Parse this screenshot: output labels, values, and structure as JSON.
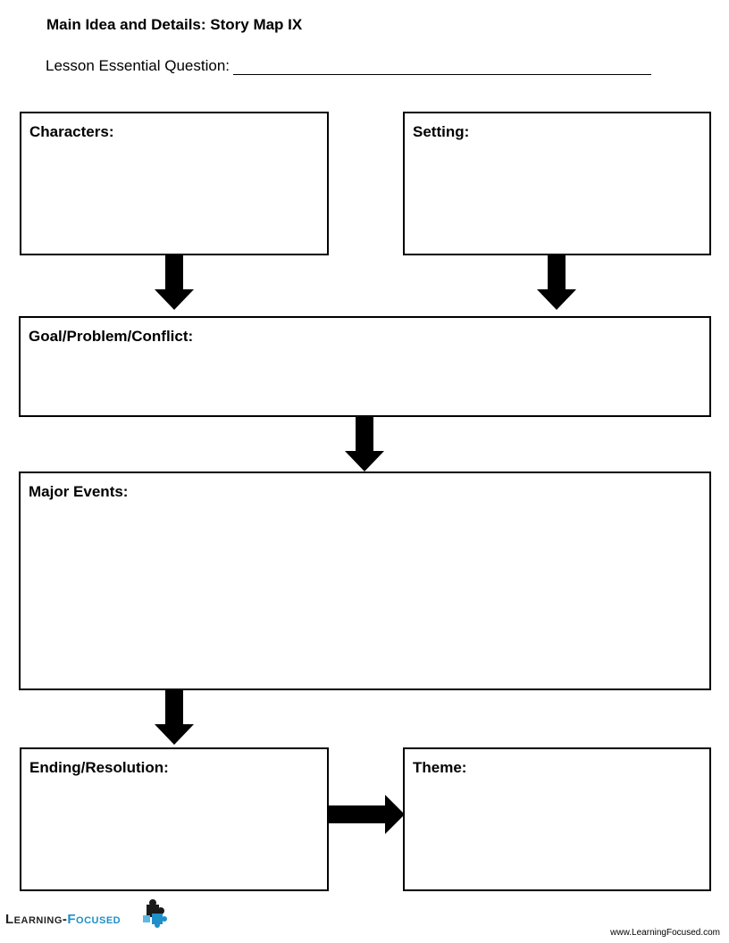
{
  "header": {
    "title": "Main Idea and Details: Story Map IX",
    "question_label": "Lesson Essential Question:"
  },
  "boxes": {
    "characters": "Characters:",
    "setting": "Setting:",
    "goal": "Goal/Problem/Conflict:",
    "events": "Major Events:",
    "ending": "Ending/Resolution:",
    "theme": "Theme:"
  },
  "footer": {
    "logo_word1": "Learning",
    "logo_dash": "-",
    "logo_word2": "Focused",
    "url": "www.LearningFocused.com"
  },
  "icons": {
    "arrow": "down-arrow-icon",
    "logo_piece": "puzzle-piece-icon"
  },
  "colors": {
    "brand_blue": "#1f8fc8",
    "ink": "#000000"
  }
}
